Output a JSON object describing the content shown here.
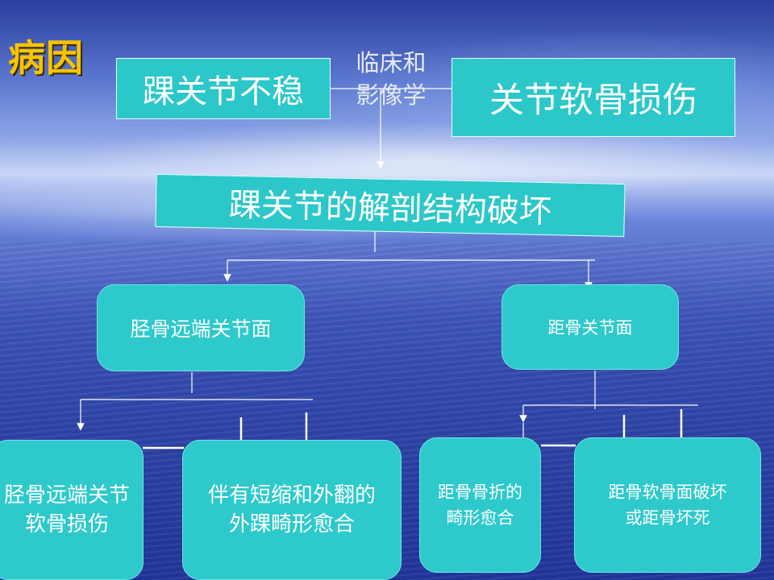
{
  "title": "病因",
  "top": {
    "left": "踝关节不稳",
    "right": "关节软骨损伤",
    "connector_note": "临床和\n影像学"
  },
  "center": "踝关节的解剖结构破坏",
  "branches": {
    "left": "胫骨远端关节面",
    "right": "距骨关节面"
  },
  "leaves": [
    "胫骨远端关节\n软骨损伤",
    "伴有短缩和外翻的\n外踝畸形愈合",
    "距骨骨折的\n畸形愈合",
    "距骨软骨面破坏\n或距骨坏死"
  ]
}
